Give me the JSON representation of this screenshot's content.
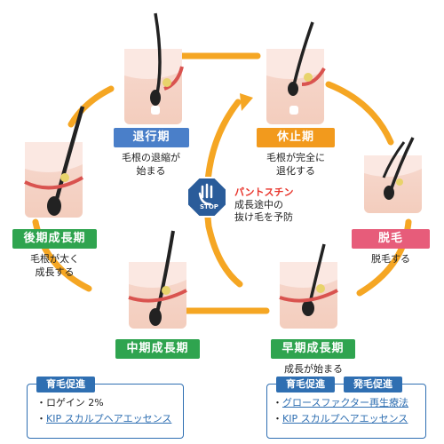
{
  "stages": {
    "taikou": {
      "title": "退行期",
      "desc1": "毛根の退縮が",
      "desc2": "始まる",
      "color": "#4a7fc9"
    },
    "kyushi": {
      "title": "休止期",
      "desc1": "毛根が完全に",
      "desc2": "退化する",
      "color": "#f29a1d"
    },
    "datsumou": {
      "title": "脱毛",
      "desc1": "脱毛する",
      "color": "#e75c7a"
    },
    "souki": {
      "title": "早期成長期",
      "desc1": "成長が始まる",
      "color": "#2fa44f"
    },
    "chuki": {
      "title": "中期成長期",
      "color": "#2fa44f"
    },
    "kouki": {
      "title": "後期成長期",
      "desc1": "毛根が太く",
      "desc2": "成長する",
      "color": "#2fa44f"
    }
  },
  "stop": {
    "sign": "STOP",
    "highlight": "パントスチン",
    "line2": "成長途中の",
    "line3": "抜け毛を予防"
  },
  "left_box": {
    "tag": "育毛促進",
    "items": [
      "・ロゲイン 2%",
      "KIP スカルプヘアエッセンス"
    ]
  },
  "right_box": {
    "tags": [
      "育毛促進",
      "発毛促進"
    ],
    "items": [
      "グロースファクター再生療法",
      "KIP スカルプヘアエッセンス"
    ]
  },
  "colors": {
    "cycle": "#f5a623",
    "accent_blue": "#2f6fb2",
    "stop_red": "#e8332a"
  }
}
